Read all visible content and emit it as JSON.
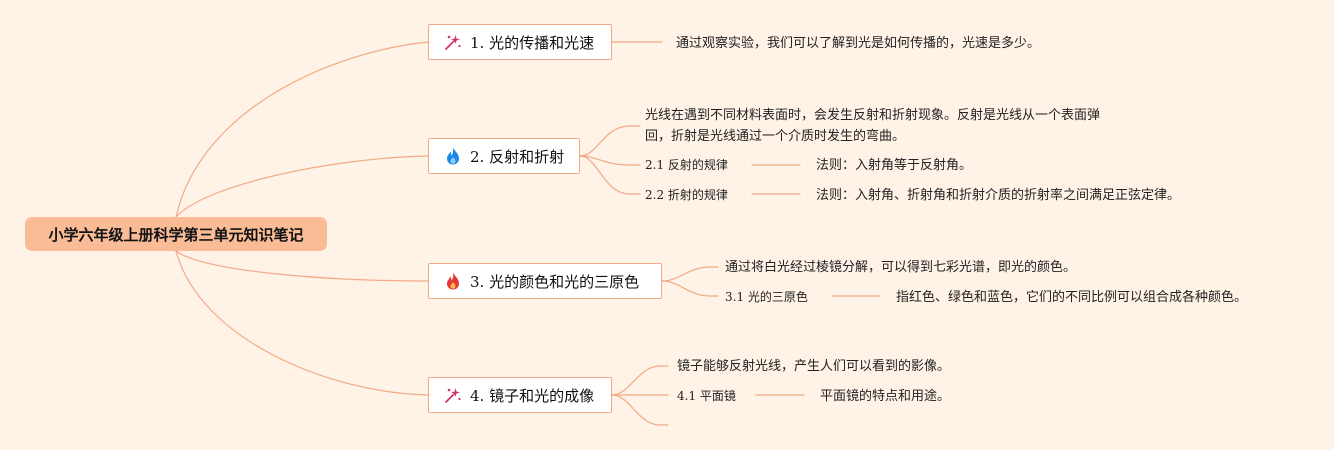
{
  "root": {
    "title": "小学六年级上册科学第三单元知识笔记"
  },
  "topics": [
    {
      "label": "1. 光的传播和光速",
      "icon": "sparkle-icon",
      "note": "通过观察实验，我们可以了解到光是如何传播的，光速是多少。"
    },
    {
      "label": "2. 反射和折射",
      "icon": "blue-flame-icon",
      "note_lines": [
        "光线在遇到不同材料表面时，会发生反射和折射现象。反射是光线从一个表面弹",
        "回，折射是光线通过一个介质时发生的弯曲。"
      ],
      "subs": [
        {
          "label": "2.1 反射的规律",
          "detail": "法则：入射角等于反射角。"
        },
        {
          "label": "2.2 折射的规律",
          "detail": "法则：入射角、折射角和折射介质的折射率之间满足正弦定律。"
        }
      ]
    },
    {
      "label": "3. 光的颜色和光的三原色",
      "icon": "red-flame-icon",
      "note": "通过将白光经过棱镜分解，可以得到七彩光谱，即光的颜色。",
      "subs": [
        {
          "label": "3.1 光的三原色",
          "detail": "指红色、绿色和蓝色，它们的不同比例可以组合成各种颜色。"
        }
      ]
    },
    {
      "label": "4. 镜子和光的成像",
      "icon": "sparkle-icon",
      "note": "镜子能够反射光线，产生人们可以看到的影像。",
      "subs": [
        {
          "label": "4.1 平面镜",
          "detail": "平面镜的特点和用途。"
        }
      ]
    }
  ],
  "colors": {
    "background": "#fff2e6",
    "root_fill": "#f9bc97",
    "connector": "#f2a987",
    "topic_border": "#f2a987",
    "sparkle": "#d6336c",
    "blue_flame": "#1e88e5",
    "red_flame": "#e53935"
  }
}
